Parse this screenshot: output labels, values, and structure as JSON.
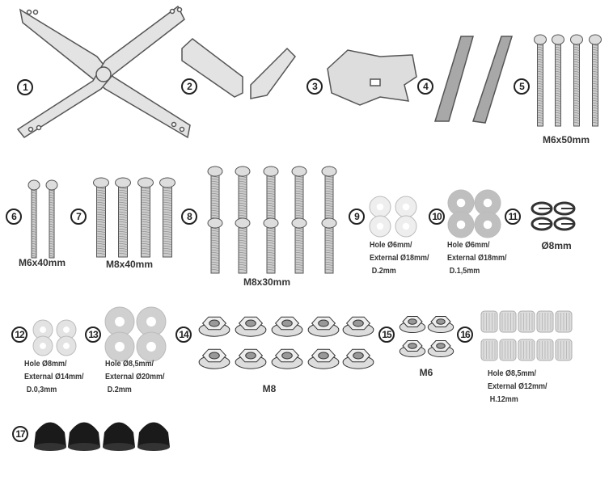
{
  "items": [
    {
      "number": "1"
    },
    {
      "number": "2"
    },
    {
      "number": "3"
    },
    {
      "number": "4"
    },
    {
      "number": "5",
      "label": "M6x50mm"
    },
    {
      "number": "6",
      "label": "M6x40mm"
    },
    {
      "number": "7",
      "label": "M8x40mm"
    },
    {
      "number": "8",
      "label": "M8x30mm"
    },
    {
      "number": "9",
      "spec": [
        "Hole Ø6mm/",
        "External Ø18mm/",
        "D.2mm"
      ]
    },
    {
      "number": "10",
      "spec": [
        "Hole Ø6mm/",
        "External Ø18mm/",
        "D.1,5mm"
      ]
    },
    {
      "number": "11",
      "label": "Ø8mm"
    },
    {
      "number": "12",
      "spec": [
        "Hole Ø8mm/",
        "External Ø14mm/",
        "D.0,3mm"
      ]
    },
    {
      "number": "13",
      "spec": [
        "Hole Ø8,5mm/",
        "External Ø20mm/",
        "D.2mm"
      ]
    },
    {
      "number": "14",
      "label": "M8"
    },
    {
      "number": "15",
      "label": "M6"
    },
    {
      "number": "16",
      "spec": [
        "Hole Ø8,5mm/",
        "External Ø12mm/",
        "H.12mm"
      ]
    },
    {
      "number": "17"
    }
  ],
  "colors": {
    "metal": "#d9d9d9",
    "outline": "#555555",
    "dark_washer": "#bfbfbf",
    "cap": "#1a1a1a"
  }
}
